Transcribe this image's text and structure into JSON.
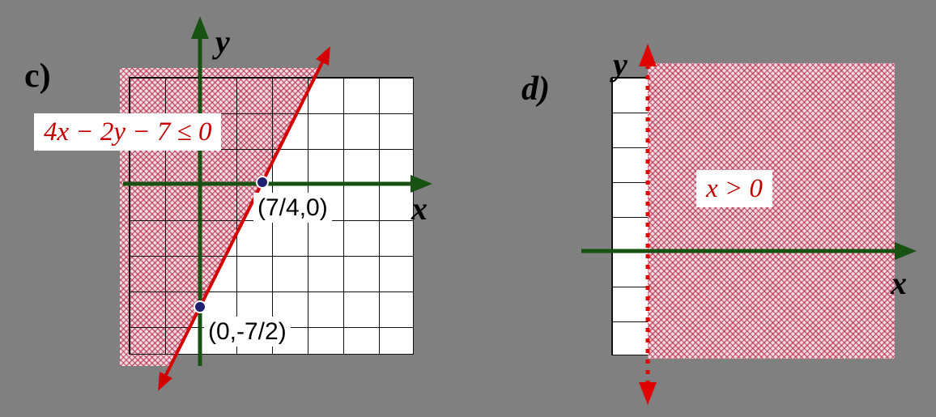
{
  "colors": {
    "background": "#808080",
    "axis_green": "#175212",
    "line_red": "#d40000",
    "hatch_pink": "#b01e42",
    "point_navy": "#202070",
    "label_red": "#c00000"
  },
  "panel_c": {
    "label": "c)",
    "inequality": "4x − 2y − 7 ≤ 0",
    "x_axis_label": "x",
    "y_axis_label": "y",
    "x_intercept_label": "(7/4,0)",
    "y_intercept_label": "(0,-7/2)"
  },
  "panel_d": {
    "label": "d)",
    "inequality": "x > 0",
    "x_axis_label": "x",
    "y_axis_label": "y"
  },
  "chart_data": [
    {
      "type": "line",
      "title": "4x − 2y − 7 ≤ 0",
      "boundary_line": {
        "equation": "4x − 2y − 7 = 0",
        "style": "solid",
        "points": [
          [
            1.75,
            0
          ],
          [
            0,
            -3.5
          ]
        ]
      },
      "marked_points": [
        {
          "x": 1.75,
          "y": 0,
          "label": "(7/4,0)"
        },
        {
          "x": 0,
          "y": -3.5,
          "label": "(0,-7/2)"
        }
      ],
      "shaded_region": "half-plane above/left of the line where 4x − 2y − 7 ≤ 0",
      "grid": true,
      "xlim": [
        -2,
        6
      ],
      "ylim": [
        -5,
        3
      ]
    },
    {
      "type": "line",
      "title": "x > 0",
      "boundary_line": {
        "equation": "x = 0",
        "style": "dotted",
        "points": [
          [
            0,
            -3
          ],
          [
            0,
            5
          ]
        ]
      },
      "marked_points": [],
      "shaded_region": "half-plane right of the y-axis where x > 0",
      "grid": true,
      "xlim": [
        -1,
        7
      ],
      "ylim": [
        -3,
        5
      ]
    }
  ]
}
